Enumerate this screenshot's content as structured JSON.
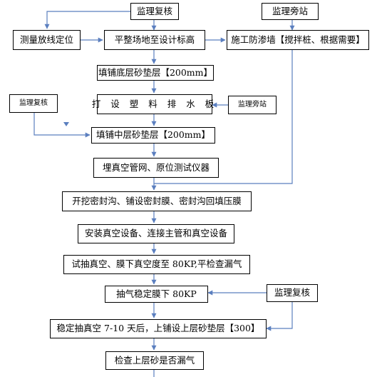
{
  "diagram": {
    "nodes": {
      "supervisor_review_1": "监理复核",
      "supervisor_station_1": "监理旁站",
      "survey_layout": "测量放线定位",
      "level_site": "平整场地至设计标高",
      "seepage_wall": "施工防渗墙【搅拌桩、根据需要】",
      "bottom_sand": "填铺底层砂垫层【200mm】",
      "supervisor_review_2": "监理复核",
      "drain_board": "打 设 塑 料 排 水 板",
      "supervisor_station_2": "监理旁站",
      "middle_sand": "填铺中层砂垫层【200mm】",
      "vacuum_pipes": "埋真空管网、原位测试仪器",
      "seal_trench": "开挖密封沟、铺设密封膜、密封沟回填压膜",
      "install_vacuum": "安装真空设备、连接主管和真空设备",
      "trial_vacuum": "试抽真空、膜下真空度至 80KP,平检查漏气",
      "stable_pumping": "抽气稳定膜下 80KP",
      "supervisor_review_3": "监理复核",
      "upper_sand": "稳定抽真空 7-10 天后，上铺设上层砂垫层【300】",
      "check_leak": "检查上层砂是否漏气"
    }
  }
}
